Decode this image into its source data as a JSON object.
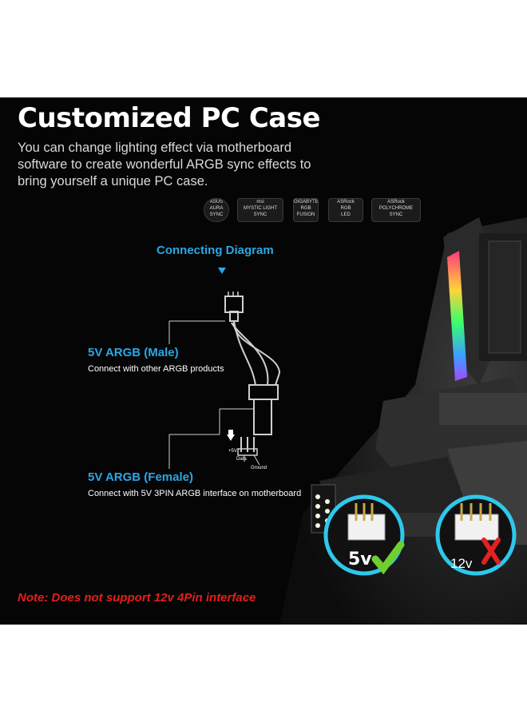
{
  "heading": {
    "title": "Customized PC Case",
    "subtitle": "You can change lighting effect via motherboard software to create wonderful ARGB sync effects to bring yourself a unique PC case."
  },
  "logos": [
    {
      "icon": "asus-aura-sync-logo",
      "lines": [
        "ASUS",
        "AURA",
        "SYNC"
      ]
    },
    {
      "icon": "msi-mystic-light-logo",
      "lines": [
        "msi",
        "MYSTIC LIGHT",
        "SYNC"
      ]
    },
    {
      "icon": "gigabyte-rgb-fusion-logo",
      "lines": [
        "GIGABYTE",
        "RGB",
        "FUSION"
      ]
    },
    {
      "icon": "asrock-rgb-led-logo",
      "lines": [
        "ASRock",
        "RGB",
        "LED"
      ]
    },
    {
      "icon": "asrock-polychrome-sync-logo",
      "lines": [
        "ASRock",
        "POLYCHROME",
        "SYNC"
      ]
    }
  ],
  "diagram": {
    "label": "Connecting Diagram",
    "male": {
      "title": "5V ARGB (Male)",
      "desc": "Connect with other ARGB products"
    },
    "female": {
      "title": "5V ARGB (Female)",
      "desc": "Connect with 5V 3PIN ARGB interface on motherboard"
    },
    "pins": {
      "plus5v": "+5V",
      "data": "Data",
      "ground": "Ground"
    }
  },
  "badges": {
    "ok": "5v",
    "bad": "12v"
  },
  "note": "Note: Does not support 12v 4Pin interface",
  "colors": {
    "background": "#050505",
    "accent_blue": "#2aa7e6",
    "note_red": "#e51d1d",
    "check_green": "#6fcf2f",
    "cross_red": "#e52020"
  }
}
